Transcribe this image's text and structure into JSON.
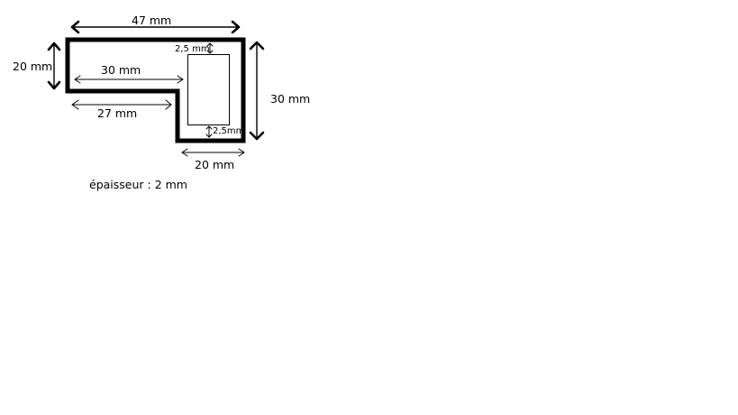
{
  "diagram": {
    "colors": {
      "outline": "#000000",
      "background": "#ffffff"
    },
    "dimensions": {
      "top_width": "47 mm",
      "left_height": "20 mm",
      "inner_length": "30 mm",
      "bottom_left_length": "27 mm",
      "right_height": "30 mm",
      "bottom_width": "20 mm",
      "gap_top": "2,5 mm",
      "gap_bottom": "2,5mm"
    },
    "note": "épaisseur : 2 mm"
  }
}
